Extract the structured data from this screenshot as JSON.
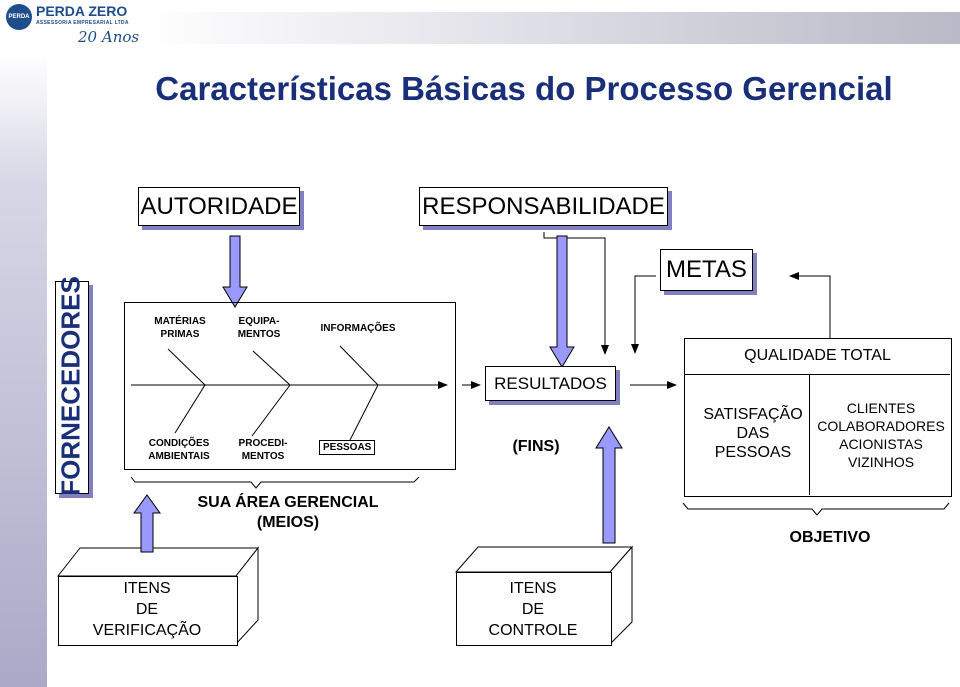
{
  "logo": {
    "badge": "PERDA",
    "name": "PERDA ZERO",
    "subtitle": "ASSESSORIA EMPRESARIAL LTDA",
    "anniversary": "20 Anos"
  },
  "title": "Características Básicas do Processo Gerencial",
  "boxes": {
    "autoridade": "AUTORIDADE",
    "responsabilidade": "RESPONSABILIDADE",
    "metas": "METAS",
    "fornecedores": "FORNECEDORES",
    "resultados": "RESULTADOS"
  },
  "fishbone": {
    "materias": [
      "MATÉRIAS",
      "PRIMAS"
    ],
    "equipamentos": [
      "EQUIPA-",
      "MENTOS"
    ],
    "informacoes": "INFORMAÇÕES",
    "condicoes": [
      "CONDIÇÕES",
      "AMBIENTAIS"
    ],
    "procedimentos": [
      "PROCEDI-",
      "MENTOS"
    ],
    "pessoas": "PESSOAS"
  },
  "area_gerencial": [
    "SUA ÁREA GERENCIAL",
    "(MEIOS)"
  ],
  "fins": "(FINS)",
  "objetivo_box": {
    "header": "QUALIDADE TOTAL",
    "left": [
      "SATISFAÇÃO",
      "DAS",
      "PESSOAS"
    ],
    "right": [
      "CLIENTES",
      "COLABORADORES",
      "ACIONISTAS",
      "VIZINHOS"
    ]
  },
  "objetivo": "OBJETIVO",
  "itens_verificacao": [
    "ITENS",
    "DE",
    "VERIFICAÇÃO"
  ],
  "itens_controle": [
    "ITENS",
    "DE",
    "CONTROLE"
  ],
  "colors": {
    "title": "#1a2f7a",
    "arrow_fill": "#9999ff",
    "shadow": "#8080c0"
  }
}
